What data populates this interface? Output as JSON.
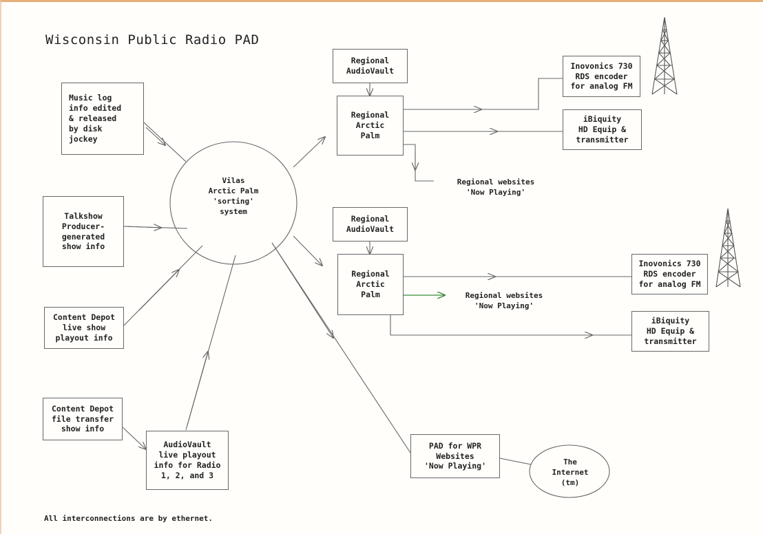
{
  "title": "Wisconsin Public Radio PAD",
  "nodes": {
    "music_log": "Music log\ninfo edited\n& released\nby disk\njockey",
    "talkshow": "Talkshow\nProducer-\ngenerated\nshow info",
    "content_depot_live": "Content Depot\nlive show\nplayout info",
    "content_depot_file": "Content Depot\nfile transfer\nshow info",
    "audiovault_live": "AudioVault\nlive playout\ninfo for Radio\n1, 2, and 3",
    "vilas_arctic_palm": "Vilas\nArctic Palm\n'sorting'\nsystem",
    "regional_audiovault_1": "Regional\nAudioVault",
    "regional_arctic_palm_1": "Regional\nArctic\nPalm",
    "inovonics_1": "Inovonics 730\nRDS encoder\nfor analog FM",
    "ibiquity_1": "iBiquity\nHD Equip &\ntransmitter",
    "regional_websites_1": "Regional websites\n'Now Playing'",
    "regional_audiovault_2": "Regional\nAudioVault",
    "regional_arctic_palm_2": "Regional\nArctic\nPalm",
    "inovonics_2": "Inovonics 730\nRDS encoder\nfor analog FM",
    "ibiquity_2": "iBiquity\nHD Equip &\ntransmitter",
    "regional_websites_2": "Regional websites\n'Now Playing'",
    "pad_wpr": "PAD for WPR\nWebsites\n'Now Playing'",
    "internet": "The\nInternet\n(tm)"
  },
  "footer": "All interconnections are by ethernet.",
  "colors": {
    "line": "#666666",
    "green_arrow": "#3a8a3a",
    "tower": "#555555",
    "top_border": "#e7b07a"
  },
  "icons": [
    "radio-tower-icon",
    "radio-tower-icon"
  ]
}
